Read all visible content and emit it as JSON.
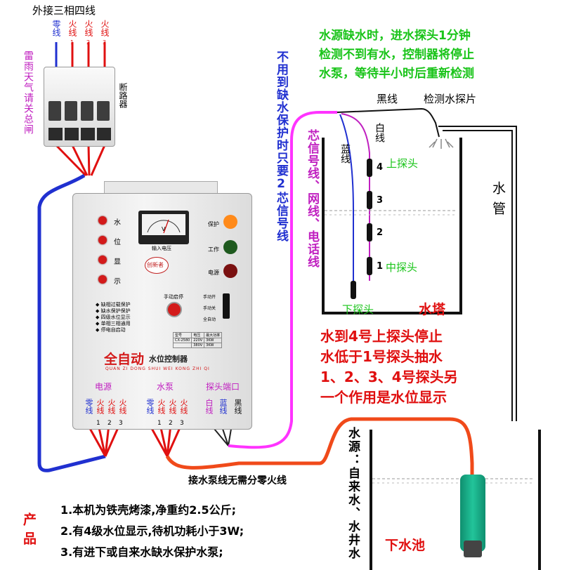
{
  "top_label": "外接三相四线",
  "breaker_wires": [
    "零线",
    "火线",
    "火线",
    "火线"
  ],
  "breaker_nums": [
    "1",
    "2",
    "3"
  ],
  "thunder_note": "雷雨天气请关总闸",
  "breaker_label": "断路器",
  "vertical_note": "不用到缺水保护时只要2芯信号线",
  "signal_line_note": "芯信号线、网线、电话线",
  "dry_run_note": [
    "水源缺水时，进水探头1分钟",
    "检测不到有水，控制器将停止",
    "水泵，等待半小时后重新检测"
  ],
  "black_wire": "黑线",
  "detect_plate": "检测水探片",
  "white_wire": "白线",
  "blue_wire": "蓝线",
  "probe_labels": {
    "top": "上探头",
    "mid": "中探头",
    "bottom": "下探头"
  },
  "probe_nums": [
    "4",
    "3",
    "2",
    "1"
  ],
  "water_pipe": "水管",
  "water_tower": "水塔",
  "function_note": [
    "水到4号上探头停止",
    "水低于1号探头抽水",
    "1、2、3、4号探头另",
    "一个作用是水位显示"
  ],
  "controller": {
    "level_display": [
      "水",
      "位",
      "显",
      "示"
    ],
    "meter_caption": "输入电压",
    "right_labels": [
      "保护",
      "工作",
      "电源"
    ],
    "brand": "创新者",
    "manual_stop": "手动启停",
    "mode_labels": [
      "手动开",
      "手动关",
      "全自动"
    ],
    "features": [
      "缺相过载保护",
      "缺水保护保护",
      "四级水位显示",
      "单相三相通用",
      "停电自启动"
    ],
    "spec_header": [
      "型号",
      "电压",
      "最大功率"
    ],
    "spec_rows": [
      [
        "CX-2580",
        "220V",
        "3KW"
      ],
      [
        "",
        "380V",
        "3KW"
      ]
    ],
    "title": "全自动",
    "title_small": "水位控制器",
    "pinyin": "QUAN ZI DONG SHUI WEI KONG ZHI QI",
    "sections": [
      "电源",
      "水泵",
      "探头端口"
    ],
    "terminals_power": [
      "零线",
      "火线",
      "火线",
      "火线"
    ],
    "terminals_pump": [
      "零线",
      "火线",
      "火线",
      "火线"
    ],
    "terminals_probe": [
      "白线",
      "蓝线",
      "黑线"
    ],
    "term_nums": [
      "1",
      "2",
      "3"
    ]
  },
  "pump_note": "接水泵线无需分零火线",
  "source_note": "水源：自来水、水井水",
  "lower_pool": "下水池",
  "product_label": "产品",
  "product_notes": [
    "1.本机为铁壳烤漆,净重约2.5公斤;",
    "2.有4级水位显示,待机功耗小于3W;",
    "3.有进下或自来水缺水保护水泵;"
  ],
  "colors": {
    "red": "#e01010",
    "green": "#19c419",
    "magenta": "#c020c0",
    "blue": "#2030d0",
    "orange": "#f04a1a",
    "pink": "#ff33ff"
  }
}
